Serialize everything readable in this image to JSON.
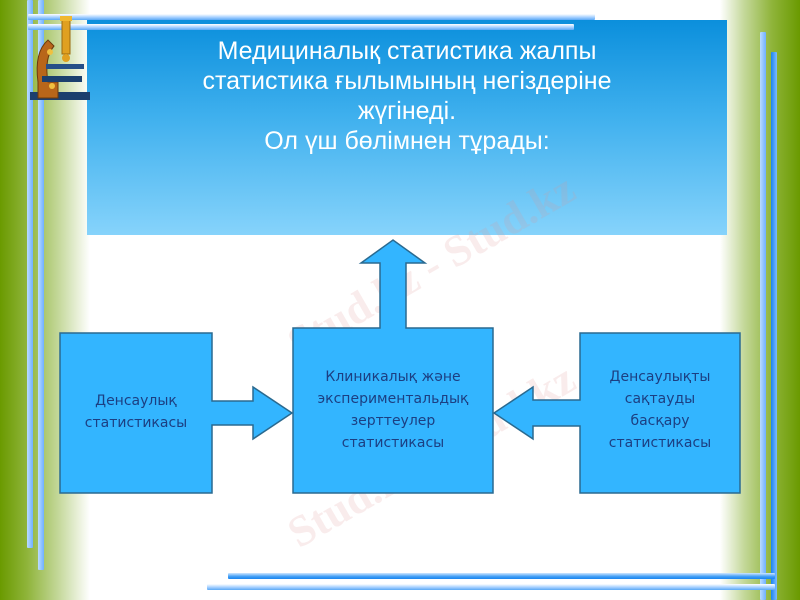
{
  "slide": {
    "title_lines": [
      "Медициналық статистика жалпы",
      "статистика ғылымының негіздеріне",
      "жүгінеді.",
      "Ол үш бөлімнен тұрады:"
    ],
    "boxes": {
      "left": {
        "lines": [
          "Денсаулық",
          "статистикасы"
        ]
      },
      "center": {
        "lines": [
          "Клиникалық және",
          "экспериментальдық",
          "зерттеулер",
          "статистикасы"
        ]
      },
      "right": {
        "lines": [
          "Денсаулықты",
          "сақтауды",
          "басқару",
          "статистикасы"
        ]
      }
    },
    "watermark": "Stud.kz - Stud.kz",
    "colors": {
      "box_fill": "#33b5ff",
      "box_border": "#2a6a90",
      "box_text": "#1c3f82",
      "title_text": "#ffffff",
      "accent_green": "#6a9a00"
    }
  },
  "icons": {
    "microscope": "microscope-icon"
  }
}
